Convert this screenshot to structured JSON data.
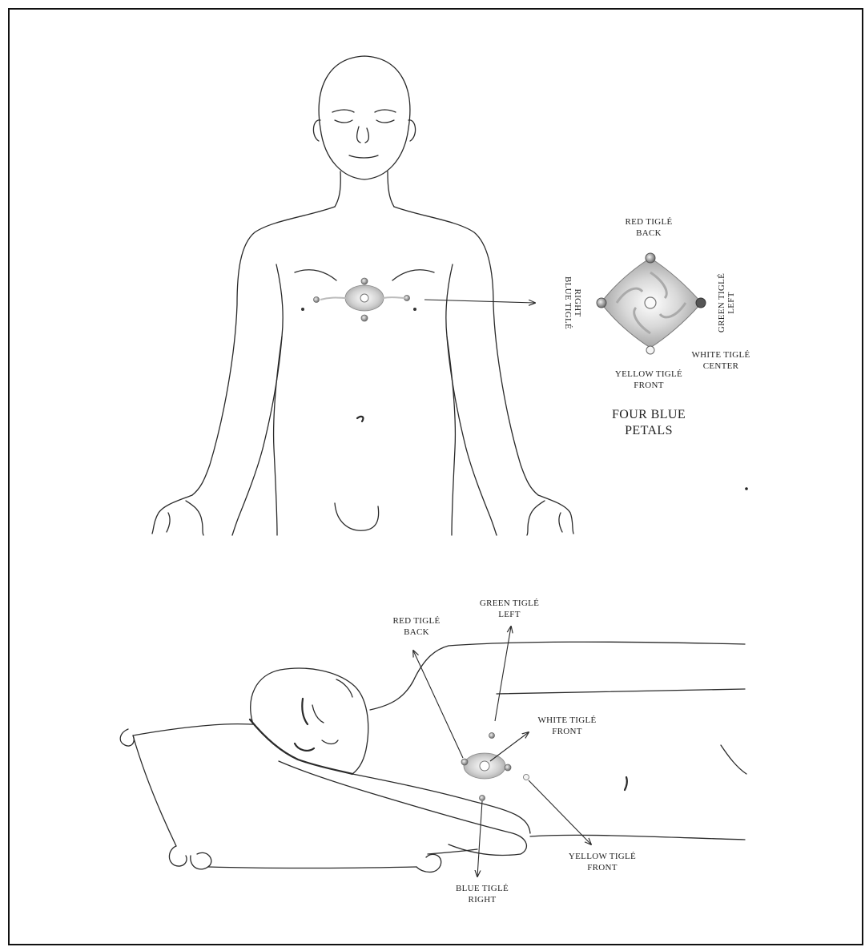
{
  "upper_figure": {
    "labels": {
      "red_top": "RED TIGLÉ",
      "red_bottom": "BACK",
      "blue_top": "BLUE TIGLÉ",
      "blue_bottom": "RIGHT",
      "green_top": "GREEN TIGLÉ",
      "green_bottom": "LEFT",
      "white_top": "WHITE TIGLÉ",
      "white_bottom": "CENTER",
      "yellow_top": "YELLOW TIGLÉ",
      "yellow_bottom": "FRONT",
      "caption_line1": "FOUR BLUE",
      "caption_line2": "PETALS"
    }
  },
  "lower_figure": {
    "labels": {
      "red_top": "RED TIGLÉ",
      "red_bottom": "BACK",
      "green_top": "GREEN TIGLÉ",
      "green_bottom": "LEFT",
      "white_top": "WHITE TIGLÉ",
      "white_bottom": "FRONT",
      "yellow_top": "YELLOW TIGLÉ",
      "yellow_bottom": "FRONT",
      "blue_top": "BLUE TIGLÉ",
      "blue_bottom": "RIGHT"
    }
  },
  "colors": {
    "line": "#2a2a2a",
    "tigle_center": "#bdbdbd",
    "petal_shade": "#9a9a9a"
  }
}
